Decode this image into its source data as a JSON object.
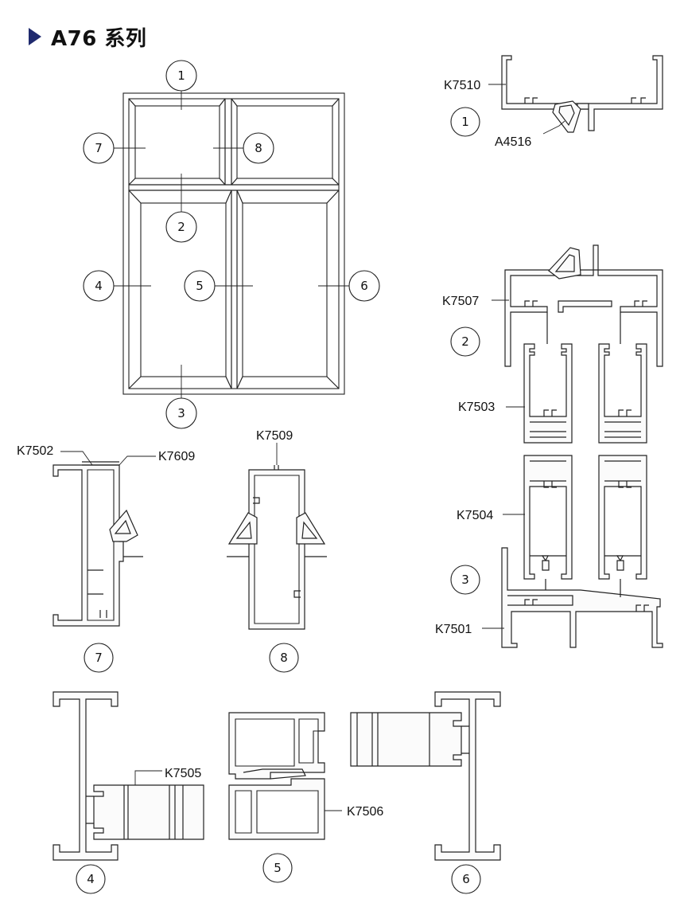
{
  "page_title": "A76 系列",
  "callouts": {
    "c1": "1",
    "c2": "2",
    "c3": "3",
    "c4": "4",
    "c5": "5",
    "c6": "6",
    "c7": "7",
    "c8": "8"
  },
  "profiles": {
    "k7510": "K7510",
    "a4516": "A4516",
    "k7507": "K7507",
    "k7503": "K7503",
    "k7504": "K7504",
    "k7501": "K7501",
    "k7502": "K7502",
    "k7609": "K7609",
    "k7509": "K7509",
    "k7505": "K7505",
    "k7506": "K7506"
  },
  "colors": {
    "title_arrow": "#1f2a6e",
    "line": "#222222"
  }
}
